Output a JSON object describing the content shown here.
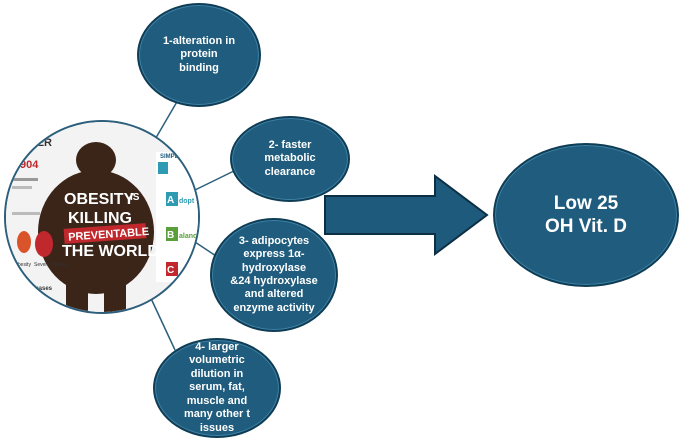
{
  "nodes": {
    "n1": "1-alteration in\nprotein\nbinding",
    "n2": "2- faster\nmetabolic\nclearance",
    "n3": "3- adipocytes\nexpress 1α-\nhydroxylase\n&24 hydroxylase\nand altered\nenzyme activity",
    "n4": "4- larger\nvolumetric\ndilution in\nserum, fat,\nmuscle and\nmany other t\nissues",
    "result": "Low 25\nOH Vit. D"
  },
  "poster": {
    "headline_1": "OBESITY",
    "headline_is": "IS",
    "headline_2": "KILLING",
    "banner": "PREVENTABLE",
    "headline_3": "THE WORLD",
    "stat": "904",
    "side_letters": [
      "A",
      "B",
      "C"
    ],
    "side_words": [
      "SIMPLE",
      "dopt",
      "alance"
    ],
    "top_text": "TER",
    "bottom_text": "Diseases",
    "caption_left": "Obesity",
    "caption_right": "Severe Obesity"
  },
  "colors": {
    "bubble_fill": "#1f5c7d",
    "bubble_border": "#0f3d55",
    "connector": "#2c5f7c",
    "arrow_fill": "#1e5a7b",
    "arrow_stroke": "#0d2f44",
    "silhouette": "#3b2418",
    "banner": "#c0282d",
    "poster_accent": "#2e9bb3"
  }
}
